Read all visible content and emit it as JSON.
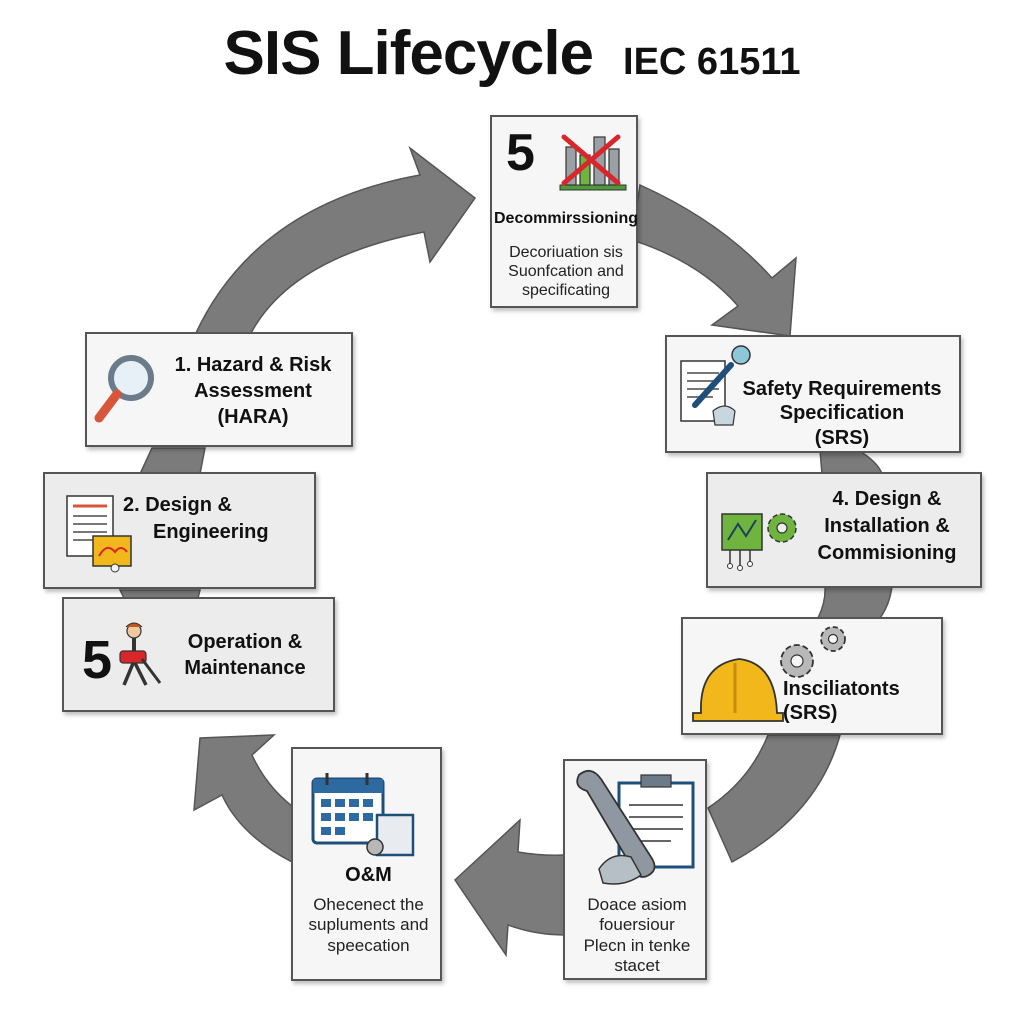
{
  "title": {
    "main": "SIS Lifecycle",
    "standard": "IEC 61511"
  },
  "stages": {
    "decommissioning": {
      "number": "5",
      "label": "Decommirssioning",
      "desc": [
        "Decoriuation sis",
        "Suonfcation and",
        "specificating"
      ]
    },
    "srs": {
      "label": [
        "Safety Requirements",
        "Specification",
        "(SRS)"
      ]
    },
    "installation": {
      "label": [
        "4. Design &",
        "Installation &",
        "Commisioning"
      ]
    },
    "insciliatonts": {
      "label": [
        "Insciliatonts",
        "(SRS)"
      ]
    },
    "tenke": {
      "desc": [
        "Doace asiom",
        "fouersiour",
        "Plecn in tenke",
        "stacet"
      ]
    },
    "om": {
      "label": "O&M",
      "desc": [
        "Ohecenect the",
        "supluments and",
        "speecation"
      ]
    },
    "operation": {
      "number": "5",
      "label": [
        "Operation &",
        "Maintenance"
      ]
    },
    "design": {
      "label": [
        "2. Design &",
        "Engineering"
      ]
    },
    "hazard": {
      "label": [
        "1. Hazard & Risk",
        "Assessment",
        "(HARA)"
      ]
    }
  },
  "colors": {
    "arrow": "#7b7b7b",
    "box_fill": "#ececec",
    "helmet": "#f2b71a",
    "chip": "#6fb43f",
    "cross": "#d9262b",
    "magnifier_handle": "#d8553a"
  },
  "icons": {
    "decommissioning": "dismantled-plant-icon",
    "srs": "document-pen-icon",
    "installation": "circuit-gear-icon",
    "insciliatonts": "hard-hat-gears-icon",
    "tenke": "wrench-clipboard-icon",
    "om": "calendar-icon",
    "operation": "worker-icon",
    "design": "blueprint-icon",
    "hazard": "magnifier-icon"
  }
}
